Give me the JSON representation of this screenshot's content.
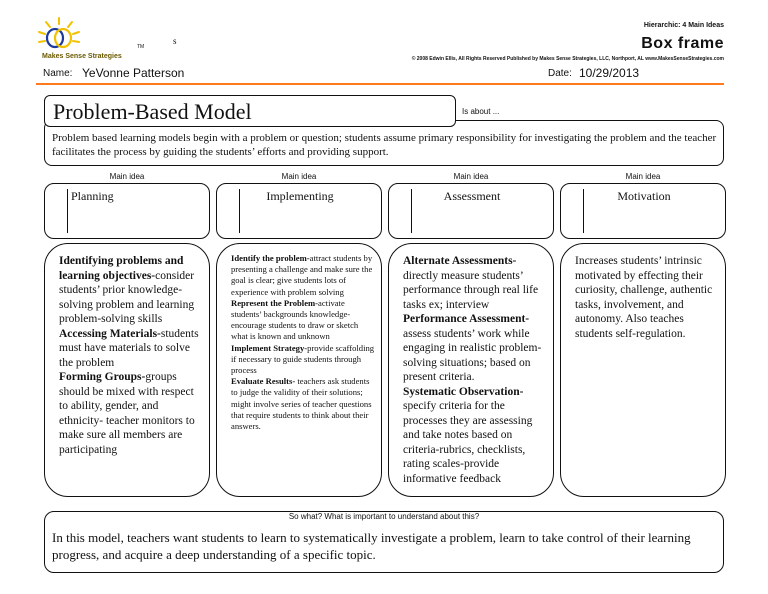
{
  "header": {
    "brand": "Makes Sense Strategies",
    "tm": "TM",
    "s_mark": "s",
    "hierarchy": "Hierarchic: 4 Main Ideas",
    "doc_title": "Box frame",
    "copyright": "© 2008 Edwin Ellis, All Rights Reserved   Published by Makes Sense Strategies, LLC, Northport, AL   www.MakesSenseStrategies.com",
    "name_label": "Name:",
    "name_value": "YeVonne Patterson",
    "date_label": "Date:",
    "date_value": "10/29/2013",
    "accent_color": "#ff7a1a"
  },
  "topic": {
    "title": "Problem-Based Model",
    "is_about_label": "Is about ...",
    "description": "Problem based learning models begin with a problem or question; students assume primary responsibility for investigating the problem and the teacher facilitates the process by guiding the students’ efforts and providing support."
  },
  "main_ideas": {
    "label": "Main idea",
    "items": [
      {
        "title": "Planning"
      },
      {
        "title": "Implementing"
      },
      {
        "title": "Assessment"
      },
      {
        "title": "Motivation"
      }
    ]
  },
  "details": {
    "planning": [
      {
        "b": "Identifying problems and learning objectives-",
        "t": "consider students’ prior knowledge-solving problem and learning problem-solving skills"
      },
      {
        "b": "Accessing Materials-",
        "t": "students must have materials to solve the problem"
      },
      {
        "b": "Forming Groups-",
        "t": "groups should be mixed with respect to ability, gender, and ethnicity- teacher monitors to make sure all members are participating"
      }
    ],
    "implementing": [
      {
        "b": "Identify the problem-",
        "t": "attract students by presenting a challenge and make sure the goal is clear; give students lots of experience with problem solving"
      },
      {
        "b": "Represent the Problem-",
        "t": "activate students’ backgrounds knowledge-encourage students to draw or sketch what is known and unknown"
      },
      {
        "b": "Implement Strategy-",
        "t": "provide scaffolding if necessary to guide students through process"
      },
      {
        "b": "Evaluate Results-",
        "t": " teachers ask students to judge the validity of their solutions; might involve series of teacher questions that require students to think about their answers."
      }
    ],
    "assessment": [
      {
        "b": "Alternate Assessments-",
        "t": "directly measure students’ performance through real life tasks ex; interview"
      },
      {
        "b": "Performance Assessment-",
        "t": "assess students’ work while engaging in realistic problem-solving situations; based on present criteria."
      },
      {
        "b": "Systematic Observation-",
        "t": "specify criteria for the processes they are assessing and take notes based on criteria-rubrics, checklists, rating scales-provide informative feedback"
      }
    ],
    "motivation": "Increases students’ intrinsic motivated by effecting their curiosity, challenge, authentic tasks, involvement, and autonomy. Also teaches students self-regulation."
  },
  "so_what": {
    "label": "So what? What is important to understand about this?",
    "text": "In this model, teachers want students to learn to systematically investigate a problem, learn to take control of their learning progress, and acquire a deep understanding of a specific topic."
  }
}
